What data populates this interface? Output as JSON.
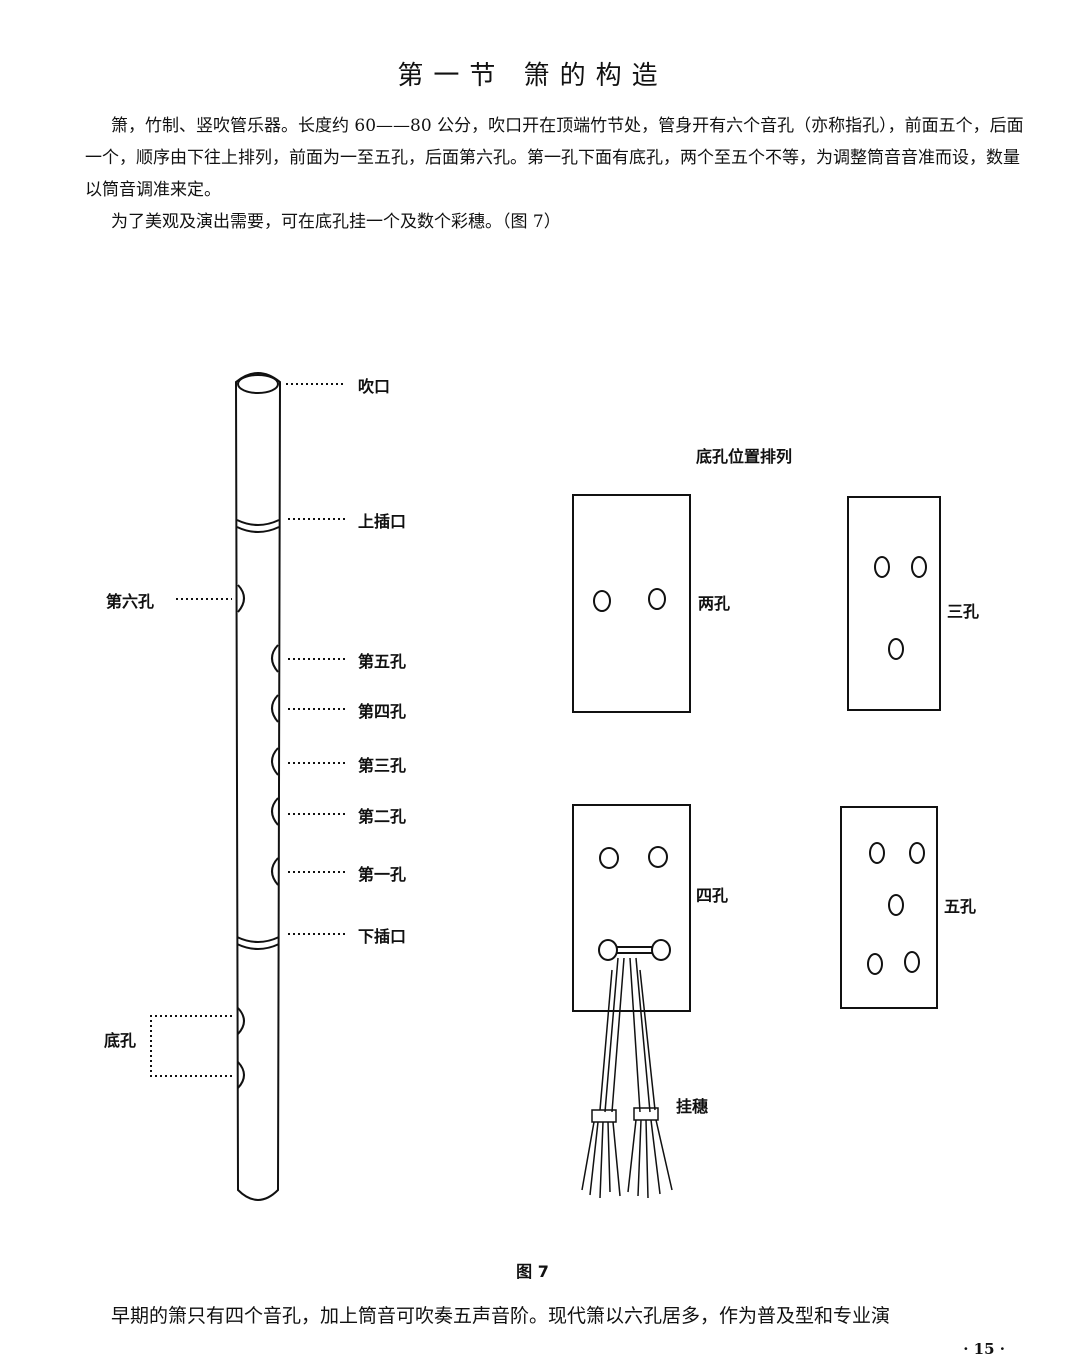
{
  "title": "第一节 箫的构造",
  "paragraphs": [
    "箫，竹制、竖吹管乐器。长度约 60——80 公分，吹口开在顶端竹节处，管身开有六个音孔（亦称指孔），前面五个，后面一个，顺序由下往上排列，前面为一至五孔，后面第六孔。第一孔下面有底孔，两个至五个不等，为调整筒音音准而设，数量以筒音调准来定。",
    "为了美观及演出需要，可在底孔挂一个及数个彩穗。（图 7）"
  ],
  "figure": {
    "labels": {
      "mouthpiece": "吹口",
      "upper_joint": "上插口",
      "hole6": "第六孔",
      "hole5": "第五孔",
      "hole4": "第四孔",
      "hole3": "第三孔",
      "hole2": "第二孔",
      "hole1": "第一孔",
      "lower_joint": "下插口",
      "bottom_holes": "底孔"
    },
    "arrangement_title": "底孔位置排列",
    "arrangements": {
      "two": "两孔",
      "three": "三孔",
      "four": "四孔",
      "five": "五孔"
    },
    "tassel_label": "挂穗",
    "caption": "图 7"
  },
  "bottom_paragraph": "早期的箫只有四个音孔，加上筒音可吹奏五声音阶。现代箫以六孔居多，作为普及型和专业演",
  "page_number": "· 15 ·"
}
